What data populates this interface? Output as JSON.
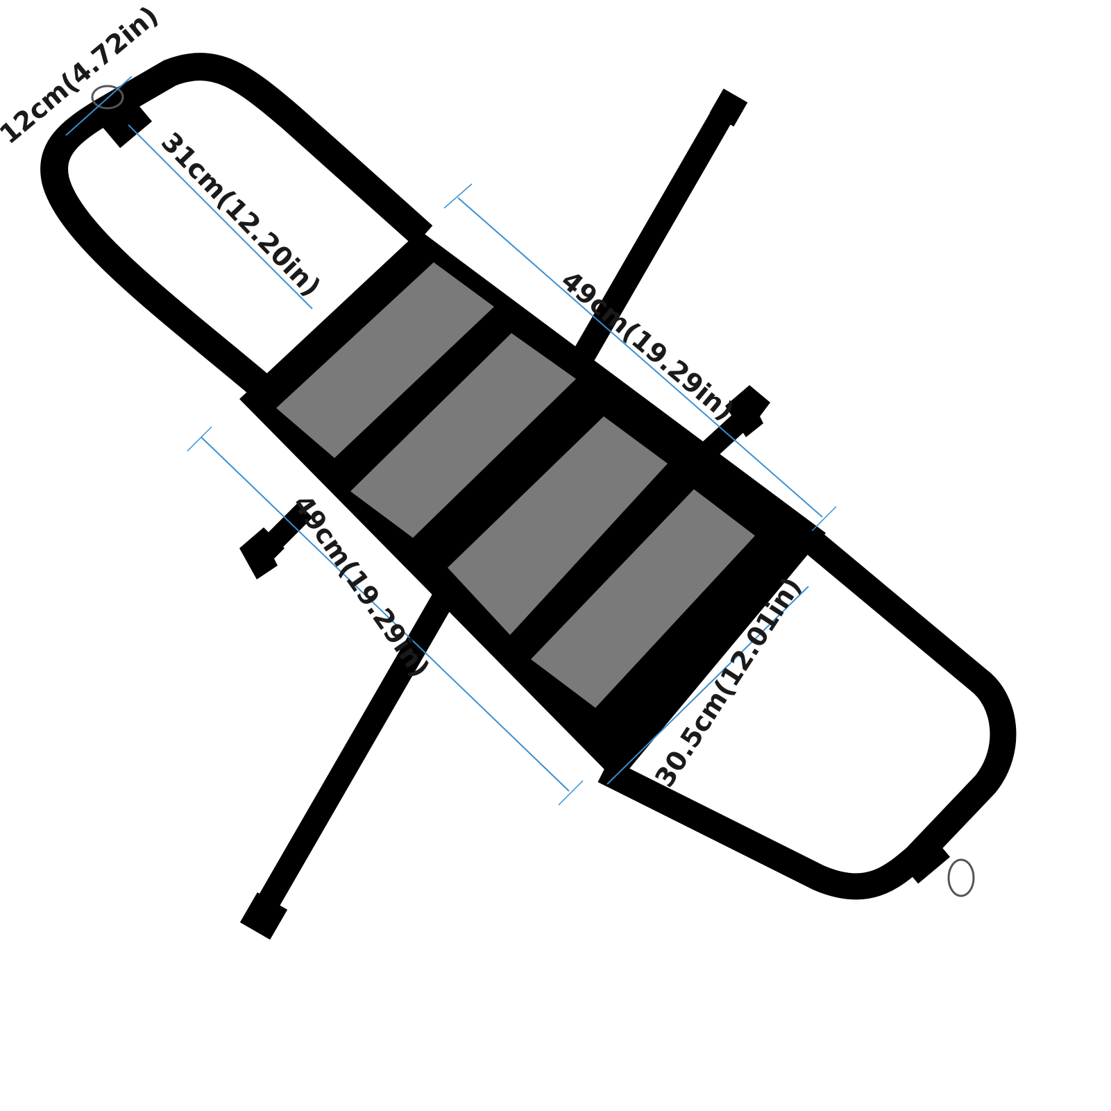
{
  "colors": {
    "strap": "#000000",
    "mesh": "#7a7a7a",
    "dimension_line": "#3a8fd0",
    "text": "#1a1a1a"
  },
  "dimensions": {
    "loop_width": "12cm(4.72in)",
    "loop_length": "31cm(12.20in)",
    "side_strap_top": "49cm(19.29in)",
    "side_strap_left": "49cm(19.29in)",
    "bottom_loop_length": "30.5cm(12.01in)"
  }
}
